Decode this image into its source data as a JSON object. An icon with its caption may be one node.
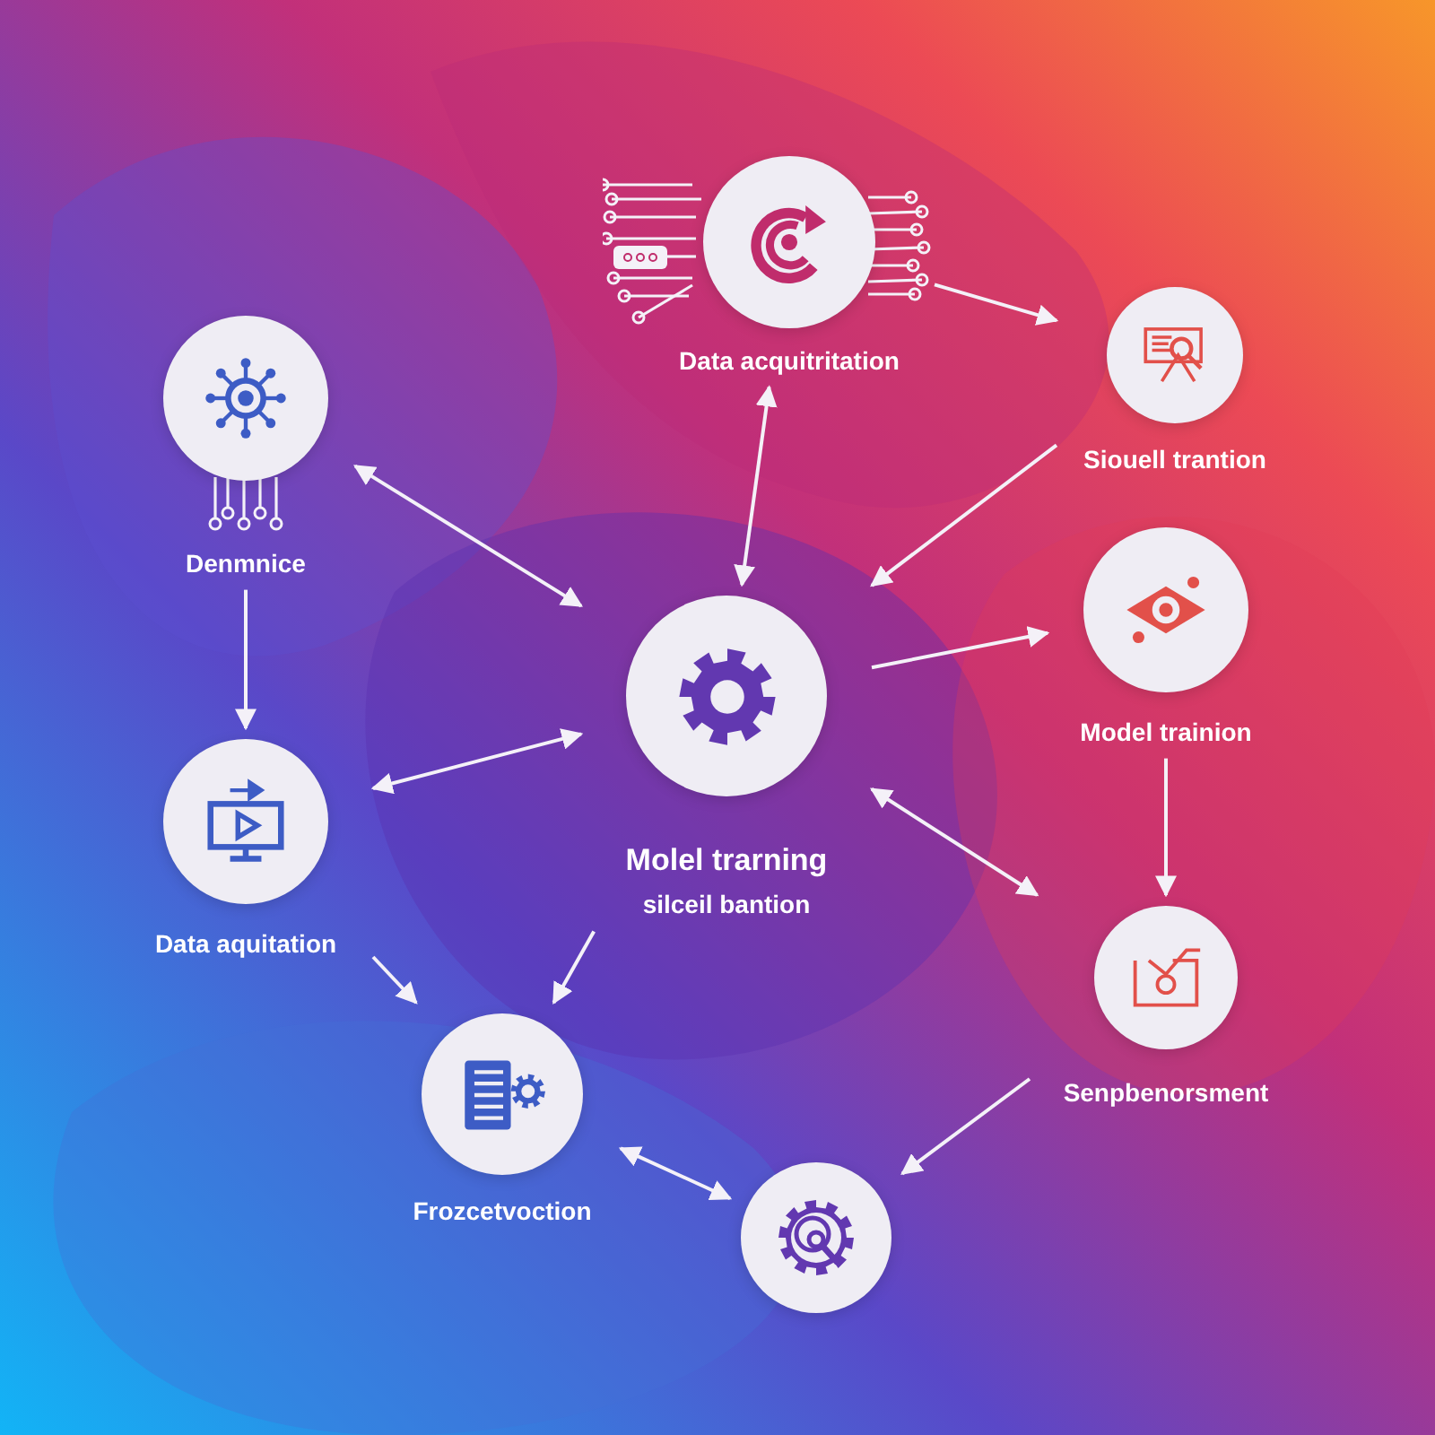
{
  "diagram": {
    "nodes": [
      {
        "text": [
          "Data acquitritation"
        ]
      },
      {
        "text": [
          "Siouell trantion"
        ]
      },
      {
        "text": [
          "Denmnice"
        ]
      },
      {
        "text": [
          "Molel trarning",
          "silceil bantion"
        ]
      },
      {
        "text": [
          "Model trainion"
        ]
      },
      {
        "text": [
          "Data aquitation"
        ]
      },
      {
        "text": [
          "Senpbenorsment"
        ]
      },
      {
        "text": [
          "Frozcetvoction"
        ]
      },
      {
        "text": [],
        "shape": "circle"
      }
    ],
    "edges": [
      {
        "from": 0,
        "to": 1,
        "arrow": "to"
      },
      {
        "from": 0,
        "to": 3,
        "arrow": "both"
      },
      {
        "from": 1,
        "to": 3,
        "arrow": "to"
      },
      {
        "from": 2,
        "to": 3,
        "arrow": "both"
      },
      {
        "from": 3,
        "to": 4,
        "arrow": "to"
      },
      {
        "from": 2,
        "to": 5,
        "arrow": "to"
      },
      {
        "from": 3,
        "to": 5,
        "arrow": "both"
      },
      {
        "from": 3,
        "to": 6,
        "arrow": "both"
      },
      {
        "from": 4,
        "to": 6,
        "arrow": "to"
      },
      {
        "from": 5,
        "to": 7,
        "arrow": "to"
      },
      {
        "from": 3,
        "to": 7,
        "arrow": "to"
      },
      {
        "from": 6,
        "to": 8,
        "arrow": "to"
      },
      {
        "from": 7,
        "to": 8,
        "arrow": "both"
      }
    ]
  }
}
